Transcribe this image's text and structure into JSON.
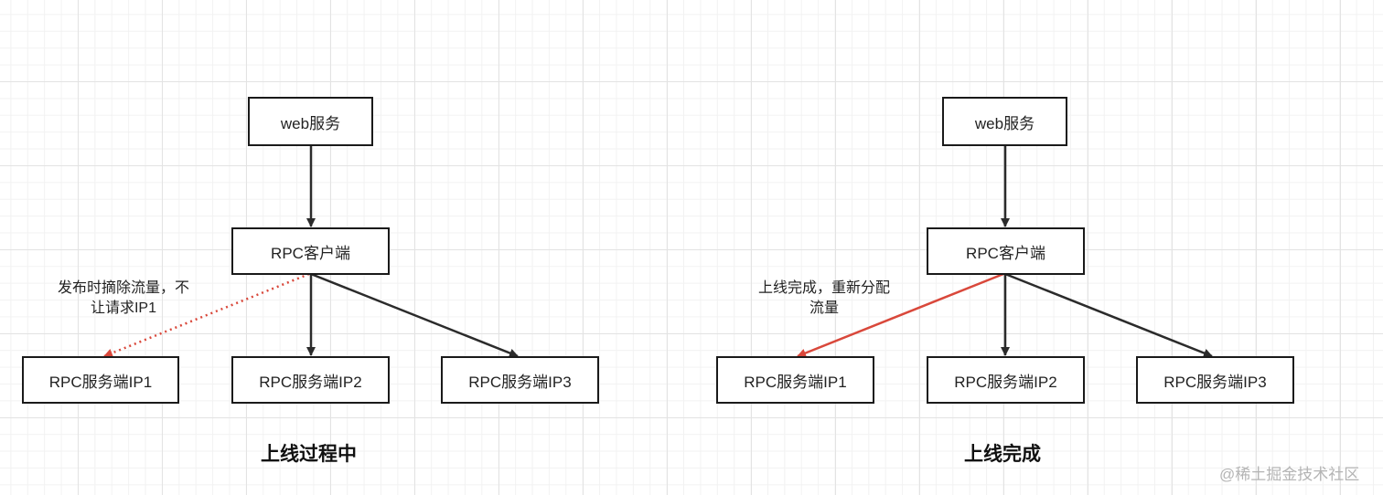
{
  "colors": {
    "edge": "#2b2b2b",
    "highlight_edge": "#d9483b"
  },
  "diagrams": [
    {
      "caption": "上线过程中",
      "nodes": {
        "web": "web服务",
        "client": "RPC客户端",
        "server1": "RPC服务端IP1",
        "server2": "RPC服务端IP2",
        "server3": "RPC服务端IP3"
      },
      "note_lines": [
        "发布时摘除流量，不",
        "让请求IP1"
      ],
      "ip1_edge_style": "dotted"
    },
    {
      "caption": "上线完成",
      "nodes": {
        "web": "web服务",
        "client": "RPC客户端",
        "server1": "RPC服务端IP1",
        "server2": "RPC服务端IP2",
        "server3": "RPC服务端IP3"
      },
      "note_lines": [
        "上线完成，重新分配",
        "流量"
      ],
      "ip1_edge_style": "solid"
    }
  ],
  "watermark": "@稀土掘金技术社区"
}
